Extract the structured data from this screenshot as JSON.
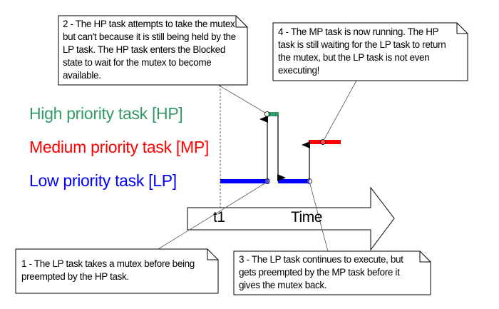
{
  "labels": {
    "hp": "High priority task [HP]",
    "mp": "Medium priority task [MP]",
    "lp": "Low priority task [LP]"
  },
  "colors": {
    "hp": "#339966",
    "mp": "#ff0000",
    "lp": "#0000ff"
  },
  "time_arrow": {
    "label": "Time",
    "marker": "t1"
  },
  "notes": [
    {
      "id": 1,
      "lines": [
        "1 - The LP task takes a mutex before being",
        "preempted by the HP task."
      ]
    },
    {
      "id": 2,
      "lines": [
        "2 - The HP task attempts to take the mutex",
        "but can't because it is still being held by the",
        "LP task.  The HP task enters the Blocked",
        "state to wait for the mutex to become",
        "available."
      ]
    },
    {
      "id": 3,
      "lines": [
        "3 - The LP task continues to execute, but",
        "gets preempted by the MP task before it",
        "gives the mutex back."
      ]
    },
    {
      "id": 4,
      "lines": [
        "4 - The MP task is now running.  The HP",
        "task is still waiting for the LP task to return",
        "the mutex, but the LP task is not even",
        "executing!"
      ]
    }
  ]
}
